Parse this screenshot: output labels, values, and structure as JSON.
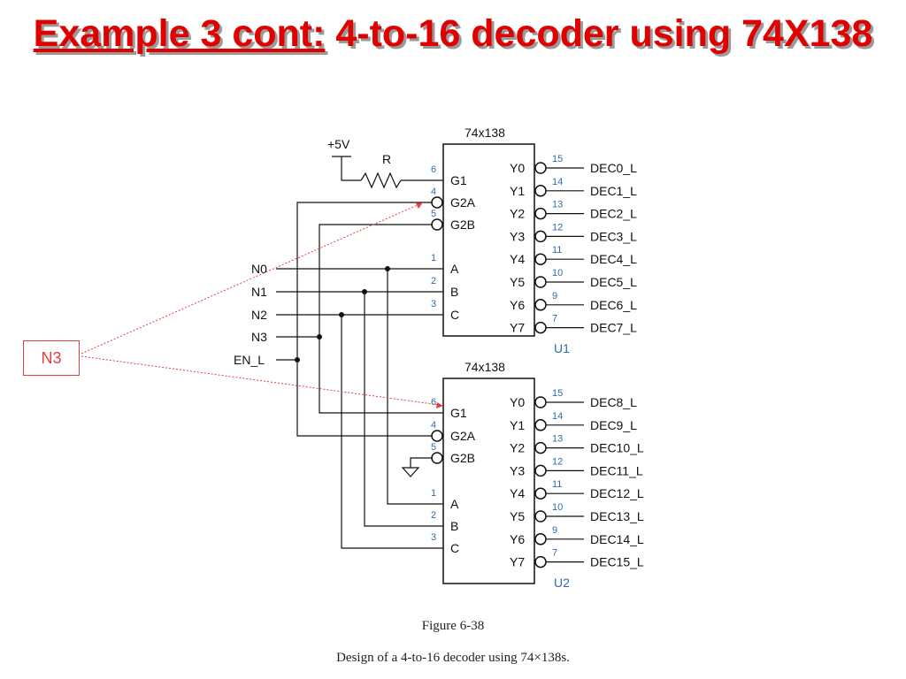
{
  "slide": {
    "title_prefix": "Example 3 cont:",
    "title_rest": " 4-to-16 decoder using 74X138"
  },
  "schematic": {
    "supply_label": "+5V",
    "resistor_label": "R",
    "ground_symbol": "ground-icon",
    "inputs": [
      "N0",
      "N1",
      "N2",
      "N3",
      "EN_L"
    ],
    "chips": [
      {
        "part": "74x138",
        "designator": "U1",
        "inputs": [
          {
            "name": "G1",
            "pin": "6"
          },
          {
            "name": "G2A",
            "pin": "4"
          },
          {
            "name": "G2B",
            "pin": "5"
          },
          {
            "name": "A",
            "pin": "1"
          },
          {
            "name": "B",
            "pin": "2"
          },
          {
            "name": "C",
            "pin": "3"
          }
        ],
        "outputs": [
          {
            "name": "Y0",
            "pin": "15",
            "signal": "DEC0_L"
          },
          {
            "name": "Y1",
            "pin": "14",
            "signal": "DEC1_L"
          },
          {
            "name": "Y2",
            "pin": "13",
            "signal": "DEC2_L"
          },
          {
            "name": "Y3",
            "pin": "12",
            "signal": "DEC3_L"
          },
          {
            "name": "Y4",
            "pin": "11",
            "signal": "DEC4_L"
          },
          {
            "name": "Y5",
            "pin": "10",
            "signal": "DEC5_L"
          },
          {
            "name": "Y6",
            "pin": "9",
            "signal": "DEC6_L"
          },
          {
            "name": "Y7",
            "pin": "7",
            "signal": "DEC7_L"
          }
        ]
      },
      {
        "part": "74x138",
        "designator": "U2",
        "inputs": [
          {
            "name": "G1",
            "pin": "6"
          },
          {
            "name": "G2A",
            "pin": "4"
          },
          {
            "name": "G2B",
            "pin": "5"
          },
          {
            "name": "A",
            "pin": "1"
          },
          {
            "name": "B",
            "pin": "2"
          },
          {
            "name": "C",
            "pin": "3"
          }
        ],
        "outputs": [
          {
            "name": "Y0",
            "pin": "15",
            "signal": "DEC8_L"
          },
          {
            "name": "Y1",
            "pin": "14",
            "signal": "DEC9_L"
          },
          {
            "name": "Y2",
            "pin": "13",
            "signal": "DEC10_L"
          },
          {
            "name": "Y3",
            "pin": "12",
            "signal": "DEC11_L"
          },
          {
            "name": "Y4",
            "pin": "11",
            "signal": "DEC12_L"
          },
          {
            "name": "Y5",
            "pin": "10",
            "signal": "DEC13_L"
          },
          {
            "name": "Y6",
            "pin": "9",
            "signal": "DEC14_L"
          },
          {
            "name": "Y7",
            "pin": "7",
            "signal": "DEC15_L"
          }
        ]
      }
    ]
  },
  "callout": {
    "label": "N3",
    "color": "#e53e3e"
  },
  "figure": {
    "number": "Figure 6-38",
    "caption": "Design of a 4-to-16 decoder using 74×138s."
  },
  "colors": {
    "title": "#e00000",
    "pin_numbers": "#2b6cb0",
    "callout": "#e53e3e"
  }
}
